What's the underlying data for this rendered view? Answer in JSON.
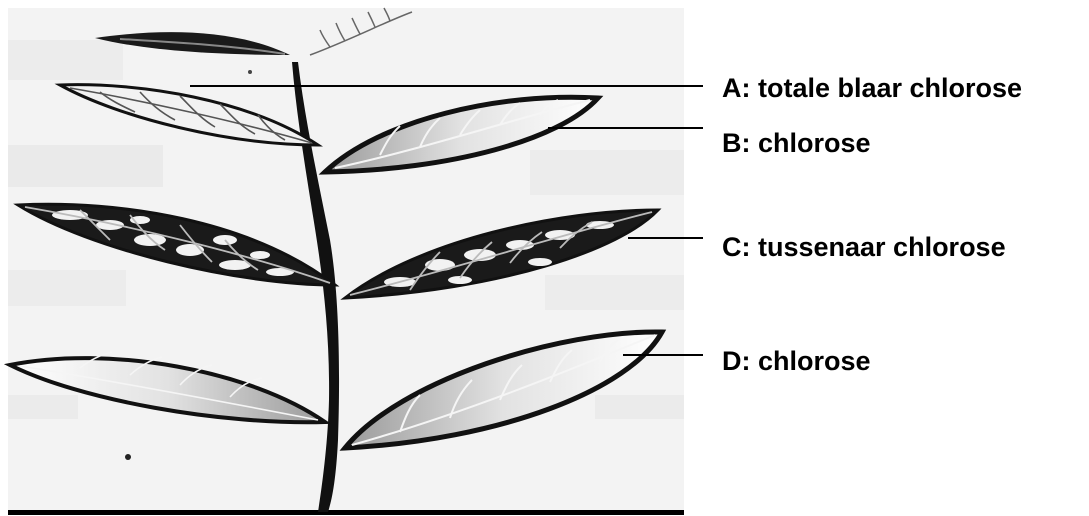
{
  "colors": {
    "ink": "#000000",
    "paper": "#f4f4f4",
    "leaf_light": "#e6e6e6",
    "leaf_mid": "#cfcfcf",
    "leaf_dark": "#1a1a1a"
  },
  "labels": {
    "a": "A: totale blaar chlorose",
    "b": "B: chlorose",
    "c": "C: tussenaar chlorose",
    "d": "D: chlorose"
  }
}
